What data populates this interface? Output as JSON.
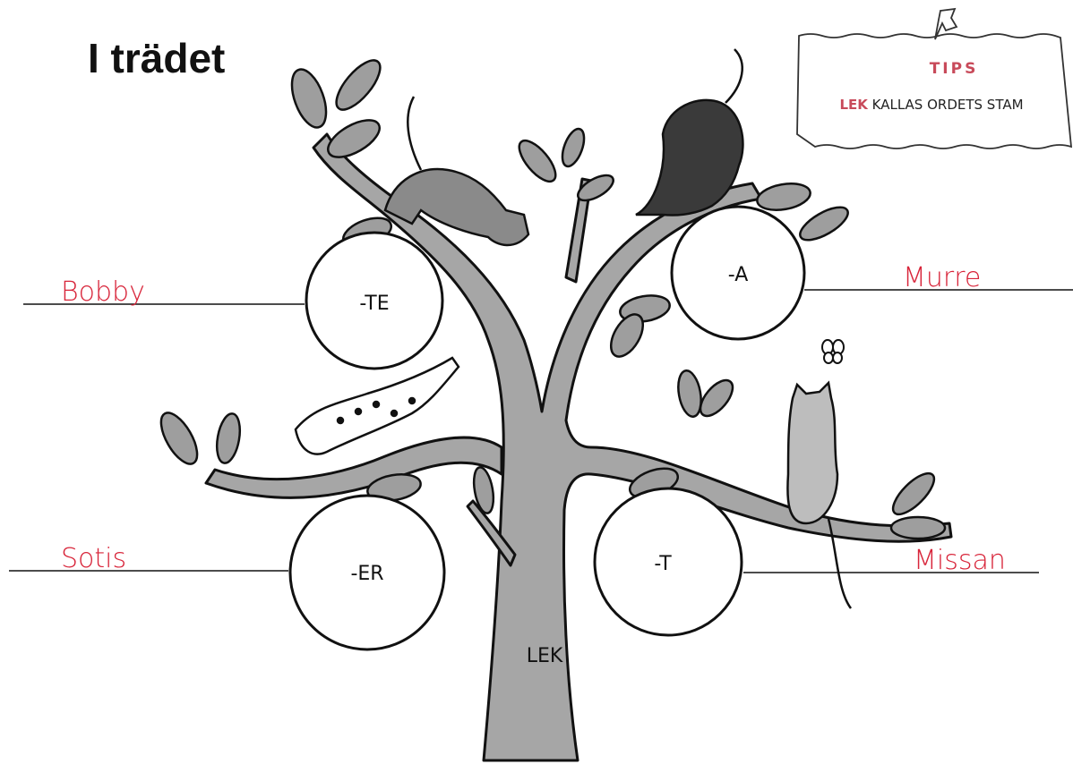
{
  "title": "I trädet",
  "trunk_label": "LEK",
  "apples": {
    "top_left": "-TE",
    "top_right": "-A",
    "bottom_left": "-ER",
    "bottom_right": "-T"
  },
  "answers": {
    "top_left": "Bobby",
    "top_right": "Murre",
    "bottom_left": "Sotis",
    "bottom_right": "Missan"
  },
  "tips": {
    "heading": "TIPS",
    "body_highlight": "LEK",
    "body_rest": " KALLAS ORDETS STAM"
  },
  "colors": {
    "answer": "#d8253a",
    "tips_accent": "#c84a5a",
    "trunk": "#a6a6a6",
    "leaf": "#9e9e9e",
    "dark_cat": "#3a3a3a"
  }
}
